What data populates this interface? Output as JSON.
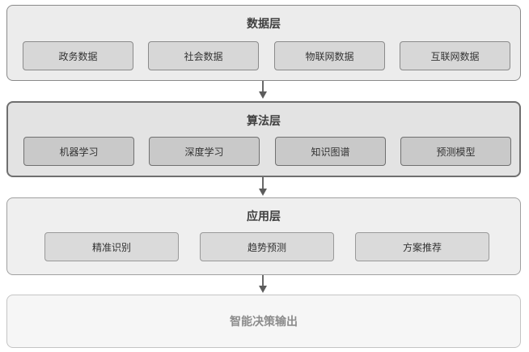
{
  "layers": [
    {
      "title": "数据层",
      "items": [
        "政务数据",
        "社会数据",
        "物联网数据",
        "互联网数据"
      ]
    },
    {
      "title": "算法层",
      "items": [
        "机器学习",
        "深度学习",
        "知识图谱",
        "预测模型"
      ]
    },
    {
      "title": "应用层",
      "items": [
        "精准识别",
        "趋势预测",
        "方案推荐"
      ]
    }
  ],
  "output": {
    "title": "智能决策输出"
  },
  "colors": {
    "border": "#8a8a8a",
    "arrow": "#5c5c5c",
    "text": "#333333"
  }
}
